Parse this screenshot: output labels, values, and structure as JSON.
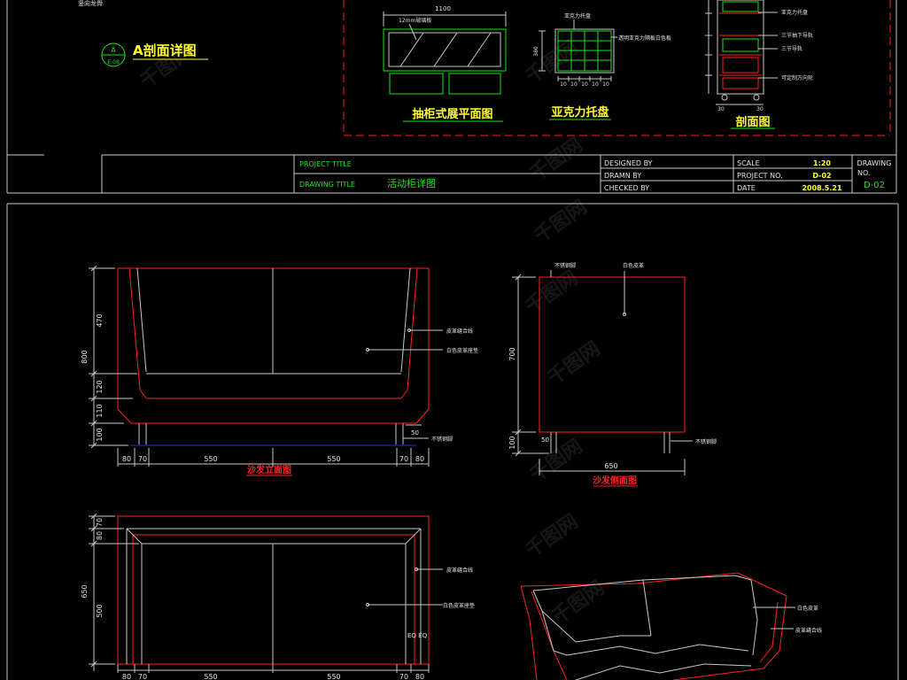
{
  "colors": {
    "background": "#000000",
    "line": "#c8c8c8",
    "text": "#e4e4e4",
    "red": "#ff2020",
    "green": "#19e619",
    "yellow": "#ffff33",
    "blue": "#1f2fff",
    "watermark": "#7a7a7a"
  },
  "watermark": "千图网",
  "top_left": {
    "cut_label": "竖向龙骨",
    "section_marker": {
      "top": "A",
      "bottom": "E-08"
    },
    "title": "A剖面详图"
  },
  "display_plan": {
    "dim_width": "1100",
    "glass_note": "12mm玻璃板",
    "title": "抽柜式展平面图"
  },
  "acrylic_tray": {
    "note_top": "亚克力托盘",
    "note_side": "透明亚克力隔板白色板",
    "dim_height": "380",
    "dims_bottom": [
      "10",
      "10",
      "10",
      "10",
      "10"
    ],
    "title": "亚克力托盘"
  },
  "section": {
    "notes": [
      "亚克力托盘",
      "三节抽下导轨",
      "三节导轨",
      "可定制万向轮"
    ],
    "dims_bottom": [
      "30",
      "30"
    ],
    "title": "剖面图"
  },
  "title_block": {
    "project_title_label": "PROJECT TITLE",
    "drawing_title_label": "DRAWING TITLE",
    "drawing_title": "活动柜详图",
    "designed_by_label": "DESIGNED BY",
    "drawn_by_label": "DRAMN BY",
    "checked_by_label": "CHECKED BY",
    "scale_label": "SCALE",
    "scale": "1:20",
    "project_no_label": "PROJECT NO.",
    "project_no": "D-02",
    "date_label": "DATE",
    "date": "2008.5.21",
    "drawing_no_label_1": "DRAWING",
    "drawing_no_label_2": "NO.",
    "drawing_no": "D-02"
  },
  "front_elevation": {
    "dims_vertical": [
      "470",
      "800",
      "120",
      "110",
      "100"
    ],
    "dims_horizontal": [
      "80",
      "70",
      "550",
      "550",
      "70",
      "80"
    ],
    "note_stitch": "皮革缝合线",
    "note_cushion": "白色皮革座垫",
    "dim_leg_gap": "50",
    "note_leg": "不锈钢脚",
    "title": "沙发立面图"
  },
  "side_elevation": {
    "note_leg_top": "不锈钢脚",
    "note_leather": "白色皮革",
    "dims_vertical": [
      "700",
      "100"
    ],
    "dim_leg_gap": "50",
    "dim_depth": "650",
    "note_leg": "不锈钢脚",
    "title": "沙发侧面图"
  },
  "plan_view": {
    "dims_vertical": [
      "70",
      "80",
      "650",
      "500"
    ],
    "dims_horizontal": [
      "80",
      "70",
      "550",
      "550",
      "70",
      "80"
    ],
    "eq_mark": "EQ EQ",
    "note_stitch": "皮革缝合线",
    "note_cushion": "白色皮革座垫"
  },
  "perspective_view": {
    "note_leather": "白色皮革",
    "note_stitch": "皮革缝合线"
  }
}
